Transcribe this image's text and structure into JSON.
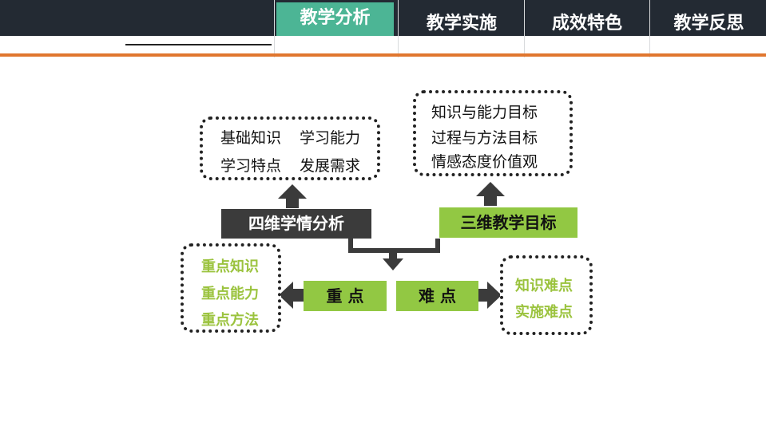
{
  "nav": {
    "tabs": [
      {
        "label": "教学分析",
        "active": true
      },
      {
        "label": "教学实施",
        "active": false
      },
      {
        "label": "成效特色",
        "active": false
      },
      {
        "label": "教学反思",
        "active": false
      }
    ]
  },
  "diagram": {
    "learner_analysis": {
      "label": "四维学情分析",
      "items": [
        "基础知识",
        "学习能力",
        "学习特点",
        "发展需求"
      ]
    },
    "teaching_goals": {
      "label": "三维教学目标",
      "items": [
        "知识与能力目标",
        "过程与方法目标",
        "情感态度价值观"
      ]
    },
    "key_points": {
      "label": "重 点",
      "items": [
        "重点知识",
        "重点能力",
        "重点方法"
      ]
    },
    "difficult_points": {
      "label": "难 点",
      "items": [
        "知识难点",
        "实施难点"
      ]
    }
  },
  "colors": {
    "topbar": "#232a33",
    "active_tab": "#4cb595",
    "accent_line": "#e0762e",
    "green": "#92c843",
    "green_text": "#9bc33e",
    "dark": "#3b3b3b"
  }
}
